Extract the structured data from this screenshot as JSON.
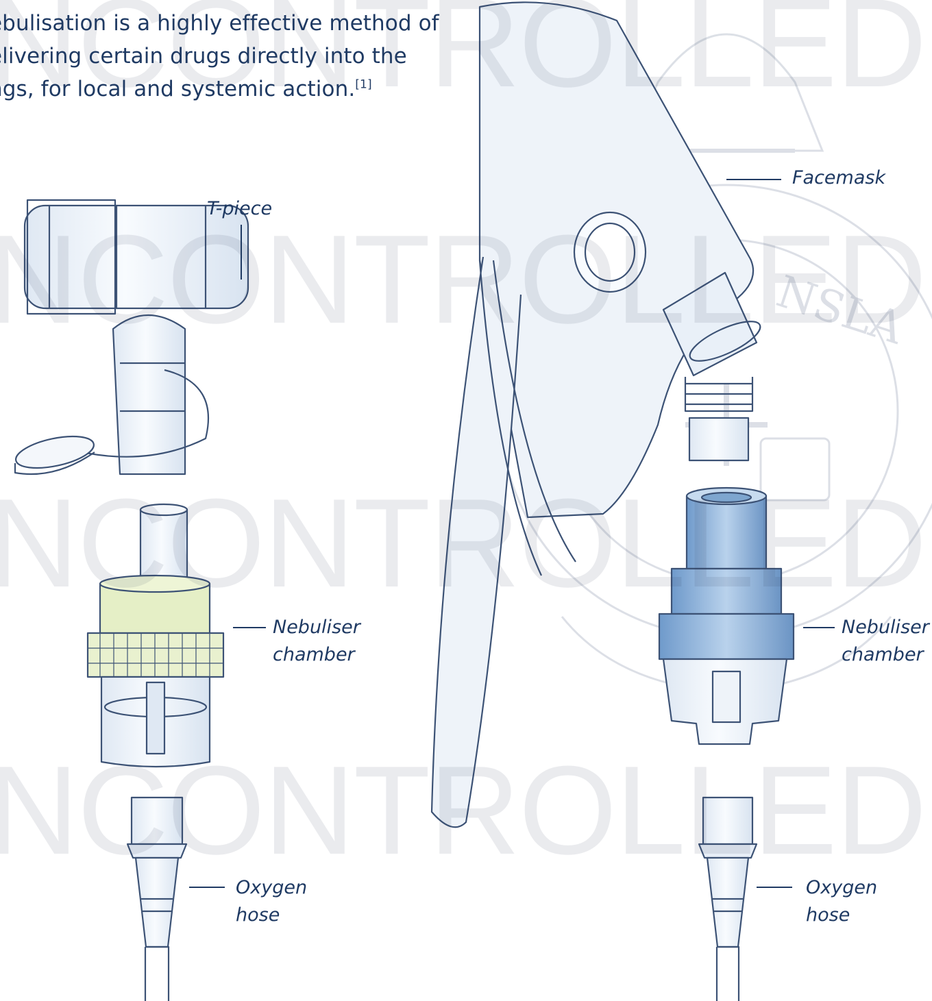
{
  "intro": {
    "line1": "ebulisation is a highly effective method of",
    "line2": "elivering certain drugs directly into the",
    "line3": "ngs, for local and systemic action.",
    "ref": "[1]"
  },
  "labels": {
    "tpiece": "T-piece",
    "facemask": "Facemask",
    "neb_left_1": "Nebuliser",
    "neb_left_2": "chamber",
    "neb_right_1": "Nebuliser",
    "neb_right_2": "chamber",
    "oxy_left_1": "Oxygen",
    "oxy_left_2": "hose",
    "oxy_right_1": "Oxygen",
    "oxy_right_2": "hose"
  },
  "watermark": [
    "NCONTROLLED W",
    "NCONTROLLED W",
    "NCONTROLLED W",
    "NCONTROLLED W"
  ],
  "emblem": {
    "text_arc": "NSLA"
  },
  "colors": {
    "text": "#1f3a63",
    "outline": "#3c5275",
    "device_fill": "#eef3f9",
    "neb_green": "#e5efc6",
    "neb_blue": "#8fb4d8"
  }
}
